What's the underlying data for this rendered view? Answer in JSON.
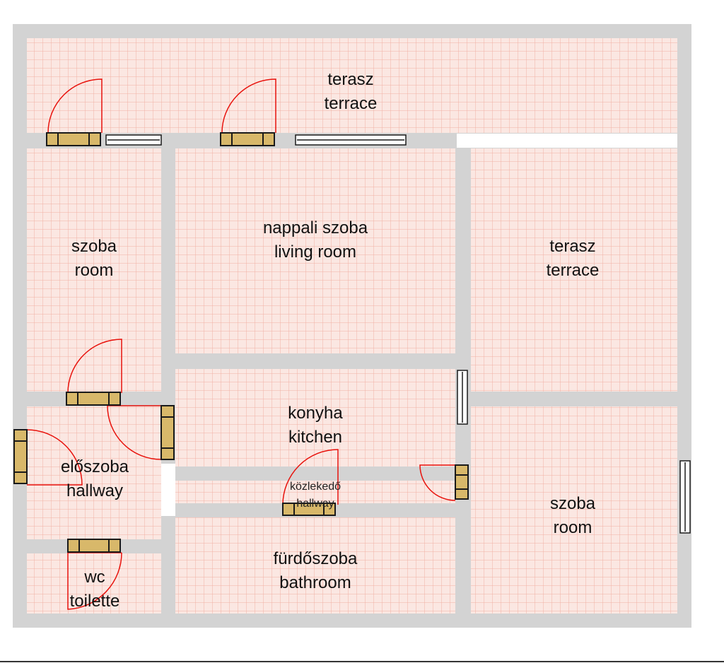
{
  "rooms": {
    "terrace_top": {
      "line1": "terasz",
      "line2": "terrace"
    },
    "room_left": {
      "line1": "szoba",
      "line2": "room"
    },
    "living_room": {
      "line1": "nappali szoba",
      "line2": "living room"
    },
    "terrace_right": {
      "line1": "terasz",
      "line2": "terrace"
    },
    "kitchen": {
      "line1": "konyha",
      "line2": "kitchen"
    },
    "hallway_left": {
      "line1": "előszoba",
      "line2": "hallway"
    },
    "corridor": {
      "line1": "közlekedő",
      "line2": "hallway"
    },
    "room_right": {
      "line1": "szoba",
      "line2": "room"
    },
    "bathroom": {
      "line1": "fürdőszoba",
      "line2": "bathroom"
    },
    "toilet": {
      "line1": "wc",
      "line2": "toilette"
    }
  },
  "colors": {
    "wall": "#d3d3d3",
    "floor": "#fbe7e2",
    "grid_line": "#f0b0a4",
    "door_swing": "#e8120c",
    "door_frame": "#d8b86a",
    "door_outline": "#1a1a1a"
  }
}
